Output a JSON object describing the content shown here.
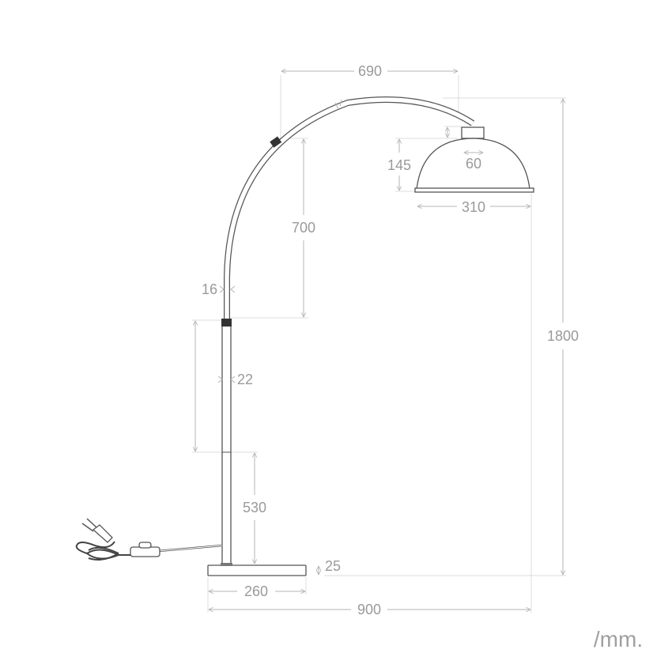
{
  "units": "/mm.",
  "dimensions": {
    "arc_width": "690",
    "shade_height": "145",
    "shade_top_width": "60",
    "shade_width": "310",
    "arc_height": "700",
    "arc_tube_diameter": "16",
    "pole_diameter": "22",
    "lower_pole_height": "530",
    "base_height": "25",
    "base_width": "260",
    "total_width": "900",
    "total_height": "1800"
  },
  "colors": {
    "line": "#555555",
    "dimension": "#b4b4b4",
    "text": "#9a9a9a"
  }
}
